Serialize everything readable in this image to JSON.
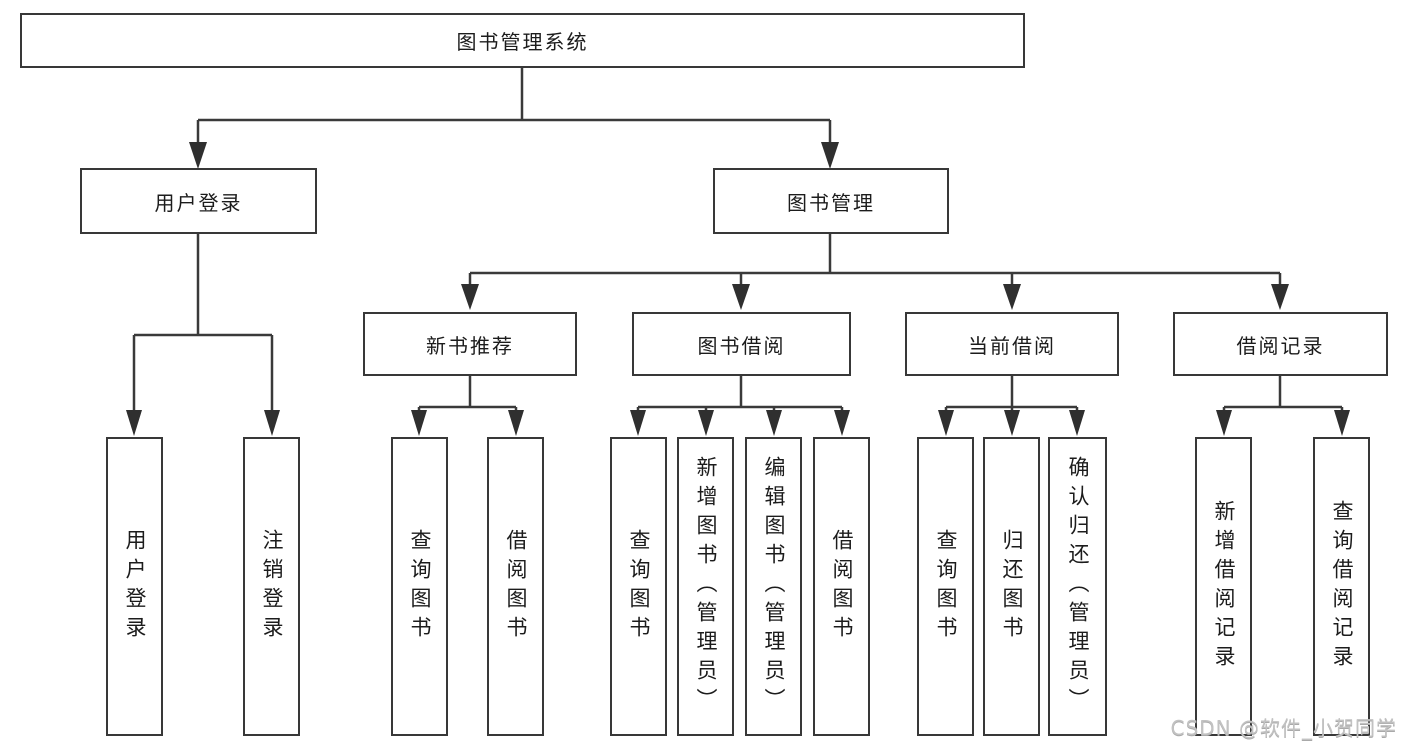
{
  "diagram_type": "tree",
  "root": {
    "label": "图书管理系统"
  },
  "branches": [
    {
      "label": "用户登录",
      "children": [
        {
          "label": "用户登录"
        },
        {
          "label": "注销登录"
        }
      ]
    },
    {
      "label": "图书管理",
      "children": [
        {
          "label": "新书推荐",
          "children": [
            {
              "label": "查询图书"
            },
            {
              "label": "借阅图书"
            }
          ]
        },
        {
          "label": "图书借阅",
          "children": [
            {
              "label": "查询图书"
            },
            {
              "label": "新增图书（管理员）"
            },
            {
              "label": "编辑图书（管理员）"
            },
            {
              "label": "借阅图书"
            }
          ]
        },
        {
          "label": "当前借阅",
          "children": [
            {
              "label": "查询图书"
            },
            {
              "label": "归还图书"
            },
            {
              "label": "确认归还（管理员）"
            }
          ]
        },
        {
          "label": "借阅记录",
          "children": [
            {
              "label": "新增借阅记录"
            },
            {
              "label": "查询借阅记录"
            }
          ]
        }
      ]
    }
  ],
  "watermark": "CSDN @软件_小贺同学",
  "colors": {
    "line": "#3a3a3a",
    "border": "#383838",
    "text": "#1c1c1c",
    "watermark": "#c2c2c2",
    "background": "#ffffff"
  }
}
